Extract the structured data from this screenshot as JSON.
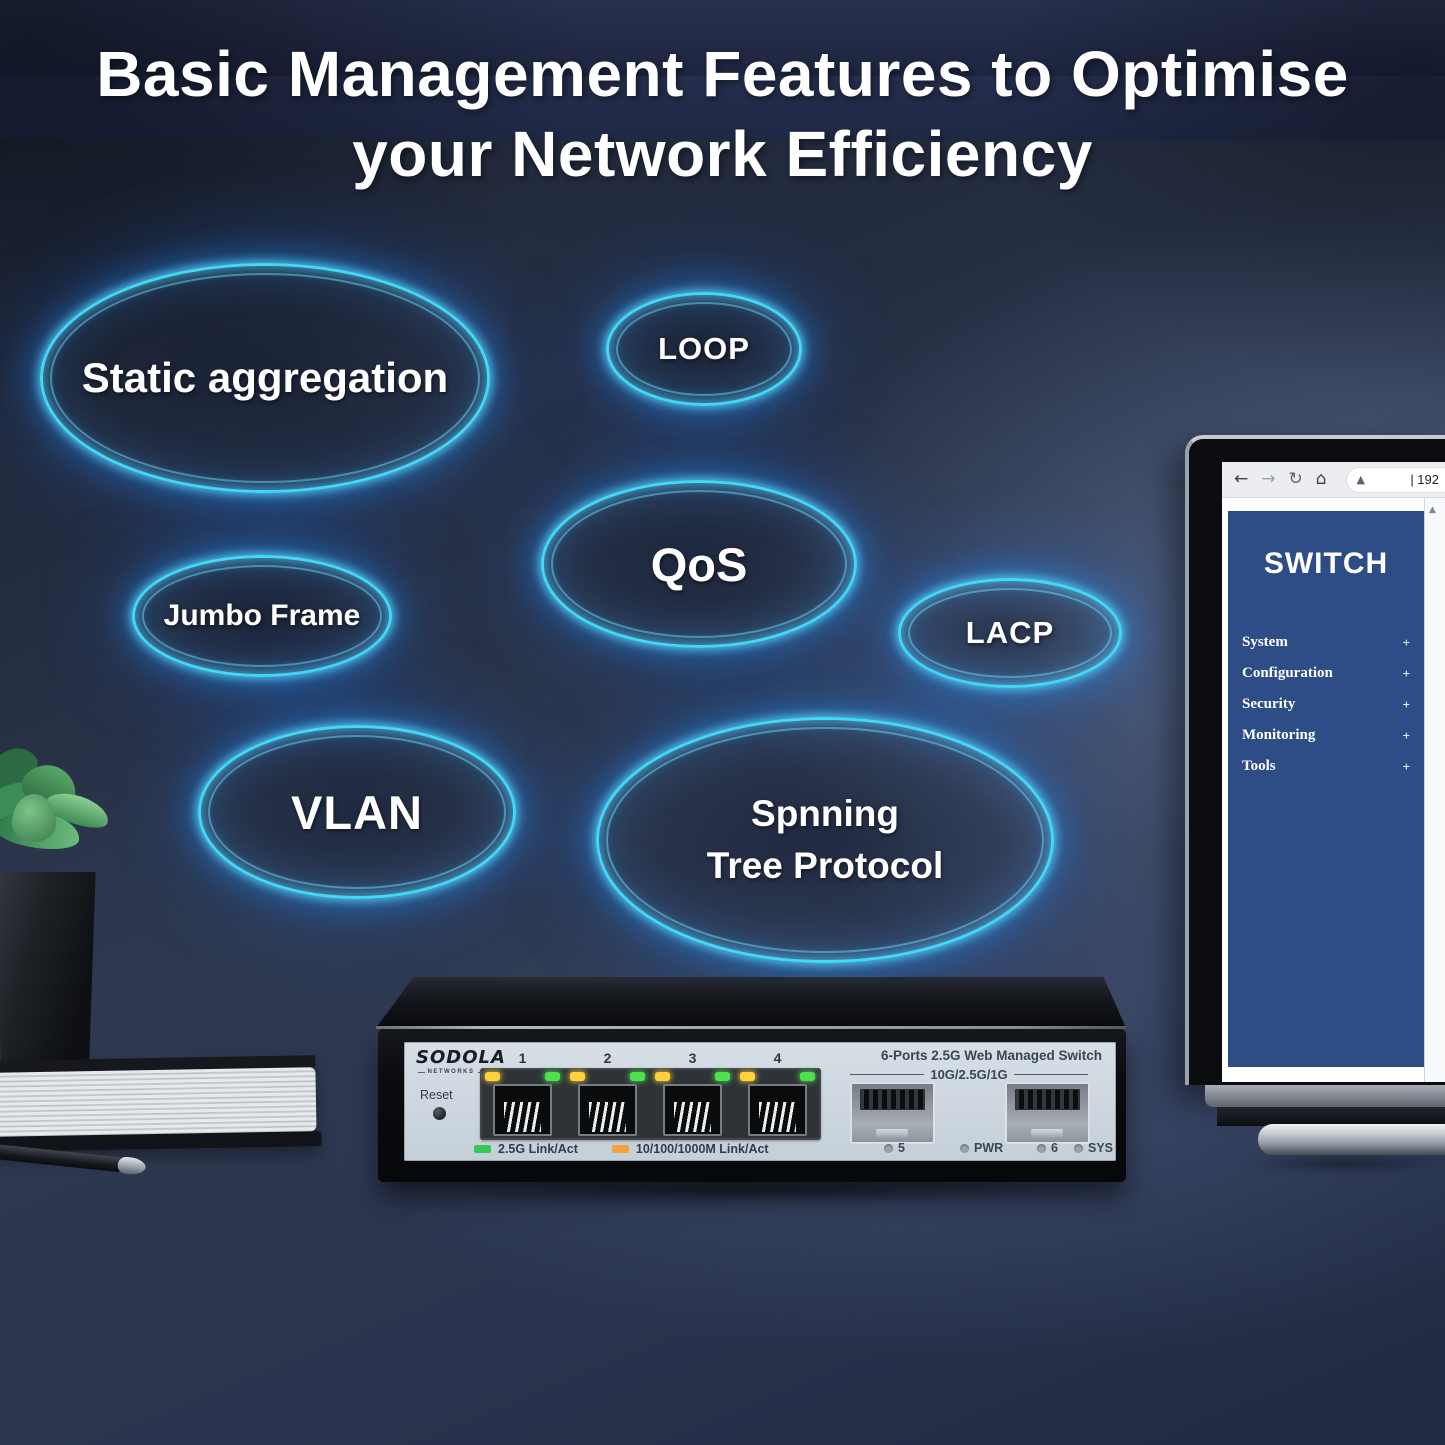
{
  "title": {
    "line1": "Basic Management Features to Optimise",
    "line2": "your Network Efficiency"
  },
  "features": [
    {
      "label": "Static aggregation"
    },
    {
      "label": "LOOP"
    },
    {
      "label": "QoS"
    },
    {
      "label": "Jumbo Frame"
    },
    {
      "label": "LACP"
    },
    {
      "label": "VLAN"
    },
    {
      "line1": "Spnning",
      "line2": "Tree Protocol"
    }
  ],
  "laptop": {
    "url_fragment": "| 192",
    "page_title": "SWITCH",
    "menu": [
      {
        "label": "System"
      },
      {
        "label": "Configuration"
      },
      {
        "label": "Security"
      },
      {
        "label": "Monitoring"
      },
      {
        "label": "Tools"
      }
    ]
  },
  "icons": {
    "back": "←",
    "forward": "→",
    "reload": "↻",
    "home": "⌂",
    "warning": "▲",
    "scroll_up": "▲",
    "plus": "+"
  },
  "switch": {
    "brand": "SODOLA",
    "brand_sub": "NETWORKS",
    "reset_label": "Reset",
    "ports": [
      "1",
      "2",
      "3",
      "4"
    ],
    "model": "6-Ports 2.5G Web Managed Switch",
    "uplink": "10G/2.5G/1G",
    "legend": [
      {
        "label": "2.5G Link/Act",
        "color": "#35c758"
      },
      {
        "label": "10/100/1000M Link/Act",
        "color": "#f2a33c"
      }
    ],
    "status": [
      {
        "label": "5"
      },
      {
        "label": "PWR"
      },
      {
        "label": "6"
      },
      {
        "label": "SYS"
      }
    ]
  },
  "colors": {
    "accent_cyan": "#45d8f5",
    "sidebar_blue": "#2e4d87",
    "switch_panel": "#ccd6de",
    "led_yellow": "#ffd23d",
    "led_green": "#4ee04e"
  }
}
